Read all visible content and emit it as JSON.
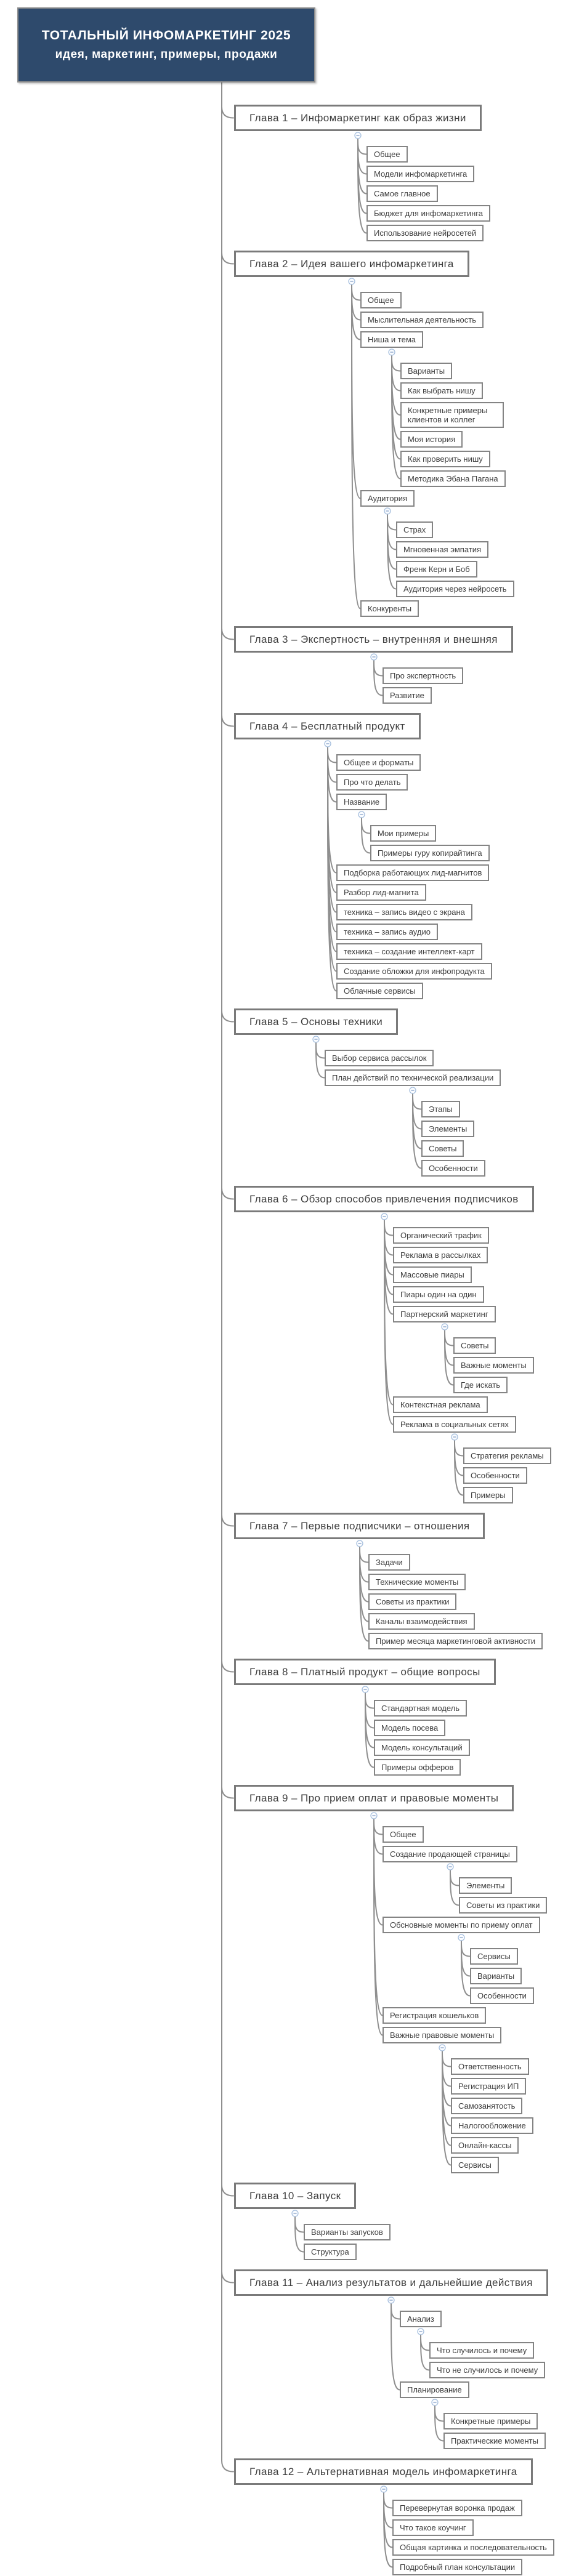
{
  "header": {
    "title_line1": "ТОТАЛЬНЫЙ ИНФОМАРКЕТИНГ 2025",
    "title_line2": "идея, маркетинг, примеры, продажи"
  },
  "colors": {
    "title_bg": "#2e4a6c",
    "title_text": "#ffffff",
    "canvas_bg": "#ffffff",
    "chapter_border": "#7a7a7a",
    "topic_border": "#848484",
    "node_text": "#3d3d3d",
    "connector": "#8f8f8f",
    "collapse_ring": "#a5bedd",
    "collapse_minus": "#7f9cc4"
  },
  "icons": {
    "collapse_glyph": "−"
  },
  "tree": [
    {
      "label": "Глава 1 – Инфомаркетинг как образ жизни",
      "children": [
        {
          "label": "Общее"
        },
        {
          "label": "Модели инфомаркетинга"
        },
        {
          "label": "Самое главное"
        },
        {
          "label": "Бюджет для инфомаркетинга"
        },
        {
          "label": "Использование нейросетей"
        }
      ]
    },
    {
      "label": "Глава 2 – Идея вашего инфомаркетинга",
      "children": [
        {
          "label": "Общее"
        },
        {
          "label": "Мыслительная деятельность"
        },
        {
          "label": "Ниша и тема",
          "children": [
            {
              "label": "Варианты"
            },
            {
              "label": "Как выбрать нишу"
            },
            {
              "label": "Конкретные примеры клиентов и коллег",
              "wrap": true
            },
            {
              "label": "Моя история"
            },
            {
              "label": "Как проверить нишу"
            },
            {
              "label": "Методика Эбана Пагана"
            }
          ]
        },
        {
          "label": "Аудитория",
          "children": [
            {
              "label": "Страх"
            },
            {
              "label": "Мгновенная эмпатия"
            },
            {
              "label": "Френк Керн и Боб"
            },
            {
              "label": "Аудитория через нейросеть"
            }
          ]
        },
        {
          "label": "Конкуренты"
        }
      ]
    },
    {
      "label": "Глава 3 – Экспертность – внутренняя и внешняя",
      "children": [
        {
          "label": "Про экспертность"
        },
        {
          "label": "Развитие"
        }
      ]
    },
    {
      "label": "Глава 4 – Бесплатный продукт",
      "children": [
        {
          "label": "Общее и форматы"
        },
        {
          "label": "Про что делать"
        },
        {
          "label": "Название",
          "children": [
            {
              "label": "Мои примеры"
            },
            {
              "label": "Примеры гуру копирайтинга"
            }
          ]
        },
        {
          "label": "Подборка работающих лид-магнитов"
        },
        {
          "label": "Разбор лид-магнита"
        },
        {
          "label": "техника – запись видео с экрана"
        },
        {
          "label": "техника – запись аудио"
        },
        {
          "label": "техника – создание интеллект-карт"
        },
        {
          "label": "Создание обложки для инфопродукта"
        },
        {
          "label": "Облачные сервисы"
        }
      ]
    },
    {
      "label": "Глава 5 – Основы техники",
      "children": [
        {
          "label": "Выбор сервиса рассылок"
        },
        {
          "label": "План действий по технической реализации",
          "children": [
            {
              "label": "Этапы"
            },
            {
              "label": "Элементы"
            },
            {
              "label": "Советы"
            },
            {
              "label": "Особенности"
            }
          ]
        }
      ]
    },
    {
      "label": "Глава 6 – Обзор способов привлечения подписчиков",
      "children": [
        {
          "label": "Органический трафик"
        },
        {
          "label": "Реклама в рассылках"
        },
        {
          "label": "Массовые пиары"
        },
        {
          "label": "Пиары один на один"
        },
        {
          "label": "Партнерский маркетинг",
          "children": [
            {
              "label": "Советы"
            },
            {
              "label": "Важные моменты"
            },
            {
              "label": "Где искать"
            }
          ]
        },
        {
          "label": "Контекстная реклама"
        },
        {
          "label": "Реклама в социальных сетях",
          "children": [
            {
              "label": "Стратегия рекламы"
            },
            {
              "label": "Особенности"
            },
            {
              "label": "Примеры"
            }
          ]
        }
      ]
    },
    {
      "label": "Глава 7 – Первые подписчики – отношения",
      "children": [
        {
          "label": "Задачи"
        },
        {
          "label": "Технические моменты"
        },
        {
          "label": "Советы из практики"
        },
        {
          "label": "Каналы взаимодействия"
        },
        {
          "label": "Пример месяца маркетинговой активности"
        }
      ]
    },
    {
      "label": "Глава 8 – Платный продукт – общие вопросы",
      "children": [
        {
          "label": "Стандартная модель"
        },
        {
          "label": "Модель посева"
        },
        {
          "label": "Модель консультаций"
        },
        {
          "label": "Примеры офферов"
        }
      ]
    },
    {
      "label": "Глава 9 – Про прием оплат и правовые моменты",
      "children": [
        {
          "label": "Общее"
        },
        {
          "label": "Создание продающей страницы",
          "children": [
            {
              "label": "Элементы"
            },
            {
              "label": "Советы из практики"
            }
          ]
        },
        {
          "label": "Обсновные моменты по приему оплат",
          "children": [
            {
              "label": "Сервисы"
            },
            {
              "label": "Варианты"
            },
            {
              "label": "Особенности"
            }
          ]
        },
        {
          "label": "Регистрация кошельков"
        },
        {
          "label": "Важные правовые моменты",
          "children": [
            {
              "label": "Ответственность"
            },
            {
              "label": "Регистрация ИП"
            },
            {
              "label": "Самозанятость"
            },
            {
              "label": "Налогообложение"
            },
            {
              "label": "Онлайн-кассы"
            },
            {
              "label": "Сервисы"
            }
          ]
        }
      ]
    },
    {
      "label": "Глава 10 – Запуск",
      "children": [
        {
          "label": "Варианты запусков"
        },
        {
          "label": "Структура"
        }
      ]
    },
    {
      "label": "Глава 11 – Анализ результатов и дальнейшие действия",
      "children": [
        {
          "label": "Анализ",
          "children": [
            {
              "label": "Что случилось и почему"
            },
            {
              "label": "Что не случилось и почему"
            }
          ]
        },
        {
          "label": "Планирование",
          "children": [
            {
              "label": "Конкретные примеры"
            },
            {
              "label": "Практические моменты"
            }
          ]
        }
      ]
    },
    {
      "label": "Глава 12 – Альтернативная модель инфомаркетинга",
      "children": [
        {
          "label": "Перевернутая воронка продаж"
        },
        {
          "label": "Что такое коучинг"
        },
        {
          "label": "Общая картинка и последовательность"
        },
        {
          "label": "Подробный план консультации"
        }
      ]
    }
  ]
}
